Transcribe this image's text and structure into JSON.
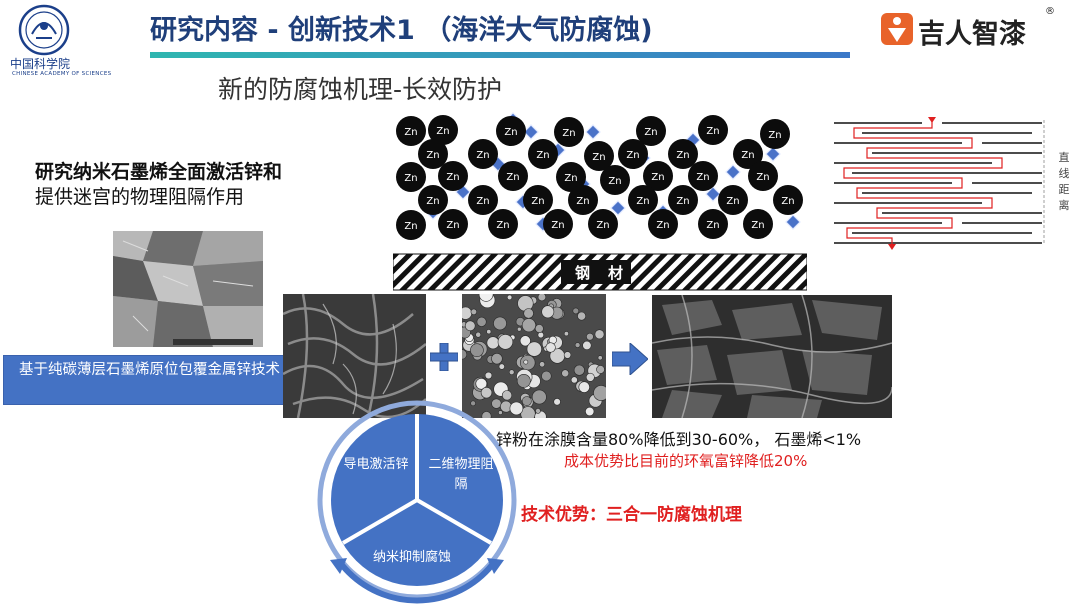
{
  "header": {
    "title": "研究内容 - 创新技术1 （海洋大气防腐蚀)",
    "subtitle": "新的防腐蚀机理-长效防护"
  },
  "institution": {
    "name": "中国科学院",
    "name_en": "CHINESE ACADEMY OF SCIENCES"
  },
  "brand": {
    "name": "吉人智漆",
    "trademark": "®",
    "color": "#e8632a"
  },
  "bullets": [
    "研究纳米石墨烯全面激活锌和",
    "提供迷宫的物理阻隔作用"
  ],
  "caption": "基于纯碳薄层石墨烯原位包覆金属锌技术",
  "diagram": {
    "particle_label": "Zn",
    "steel_label": "钢材",
    "distance_label": "直线距离"
  },
  "operators": {
    "plus": "+",
    "arrow": "⇨"
  },
  "results": {
    "line1": "锌粉在涂膜含量80%降低到30-60%， 石墨烯<1%",
    "line2": "成本优势比目前的环氧富锌降低20%",
    "advantage": "技术优势：三合一防腐蚀机理"
  },
  "cycle": {
    "segments": [
      "导电激活锌",
      "二维物理阻隔",
      "纳米抑制腐蚀"
    ],
    "color": "#4472c4"
  }
}
